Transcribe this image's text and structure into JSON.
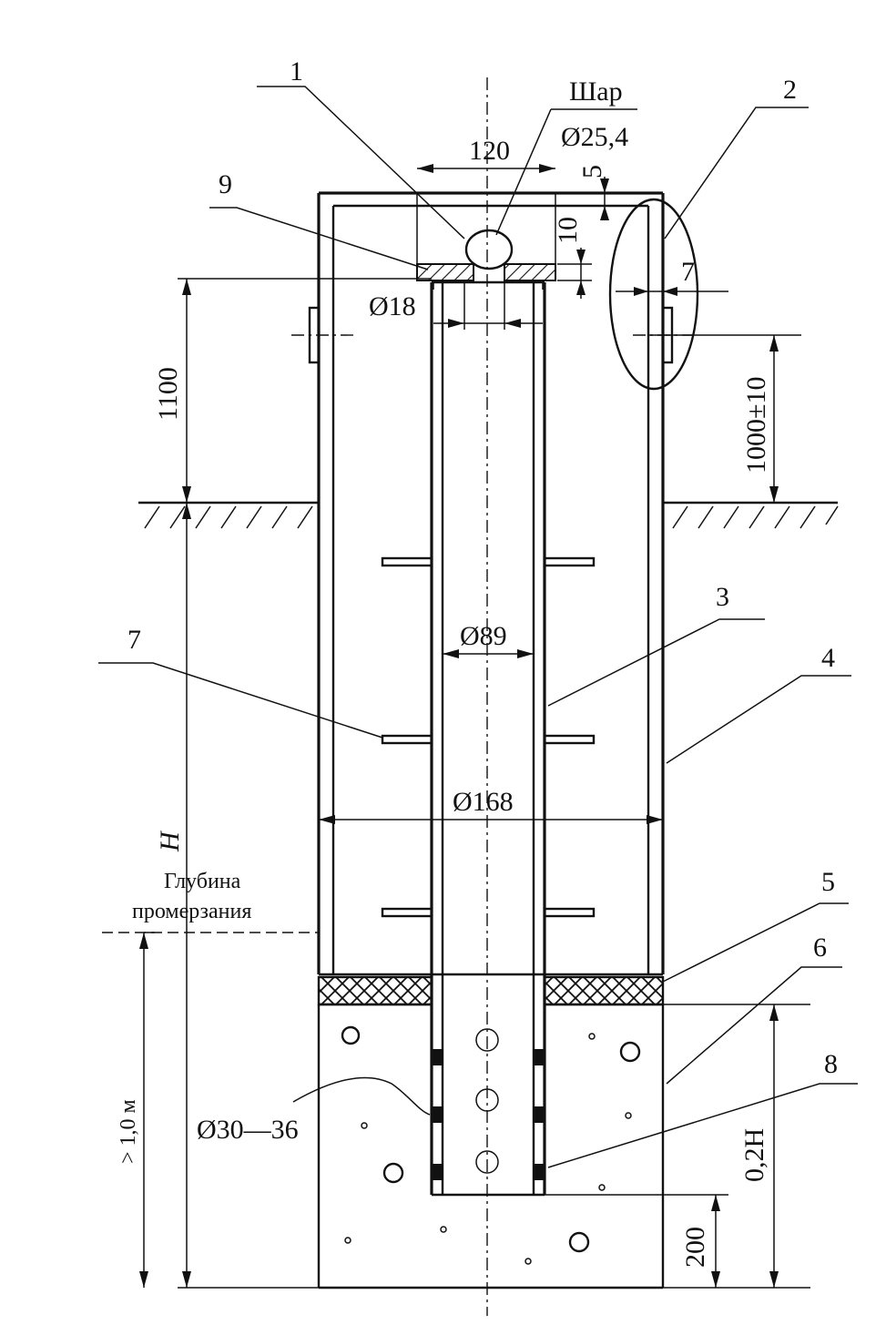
{
  "labels": {
    "ball": "Шар",
    "freeze_line1": "Глубина",
    "freeze_line2": "промерзания"
  },
  "callouts": [
    "1",
    "2",
    "3",
    "4",
    "5",
    "6",
    "7",
    "7",
    "8",
    "9"
  ],
  "dimensions": {
    "width_120": "120",
    "ball_diameter": "Ø25,4",
    "gap_5": "5",
    "gap_10": "10",
    "hole_18": "Ø18",
    "wall_7": "7",
    "height_1100": "1100",
    "height_1000": "1000±10",
    "inner_89": "Ø89",
    "outer_168": "Ø168",
    "depth_H": "H",
    "depth_1m": "> 1,0 м",
    "holes_30_36": "Ø30—36",
    "depth_02H": "0,2H",
    "bottom_200": "200"
  }
}
